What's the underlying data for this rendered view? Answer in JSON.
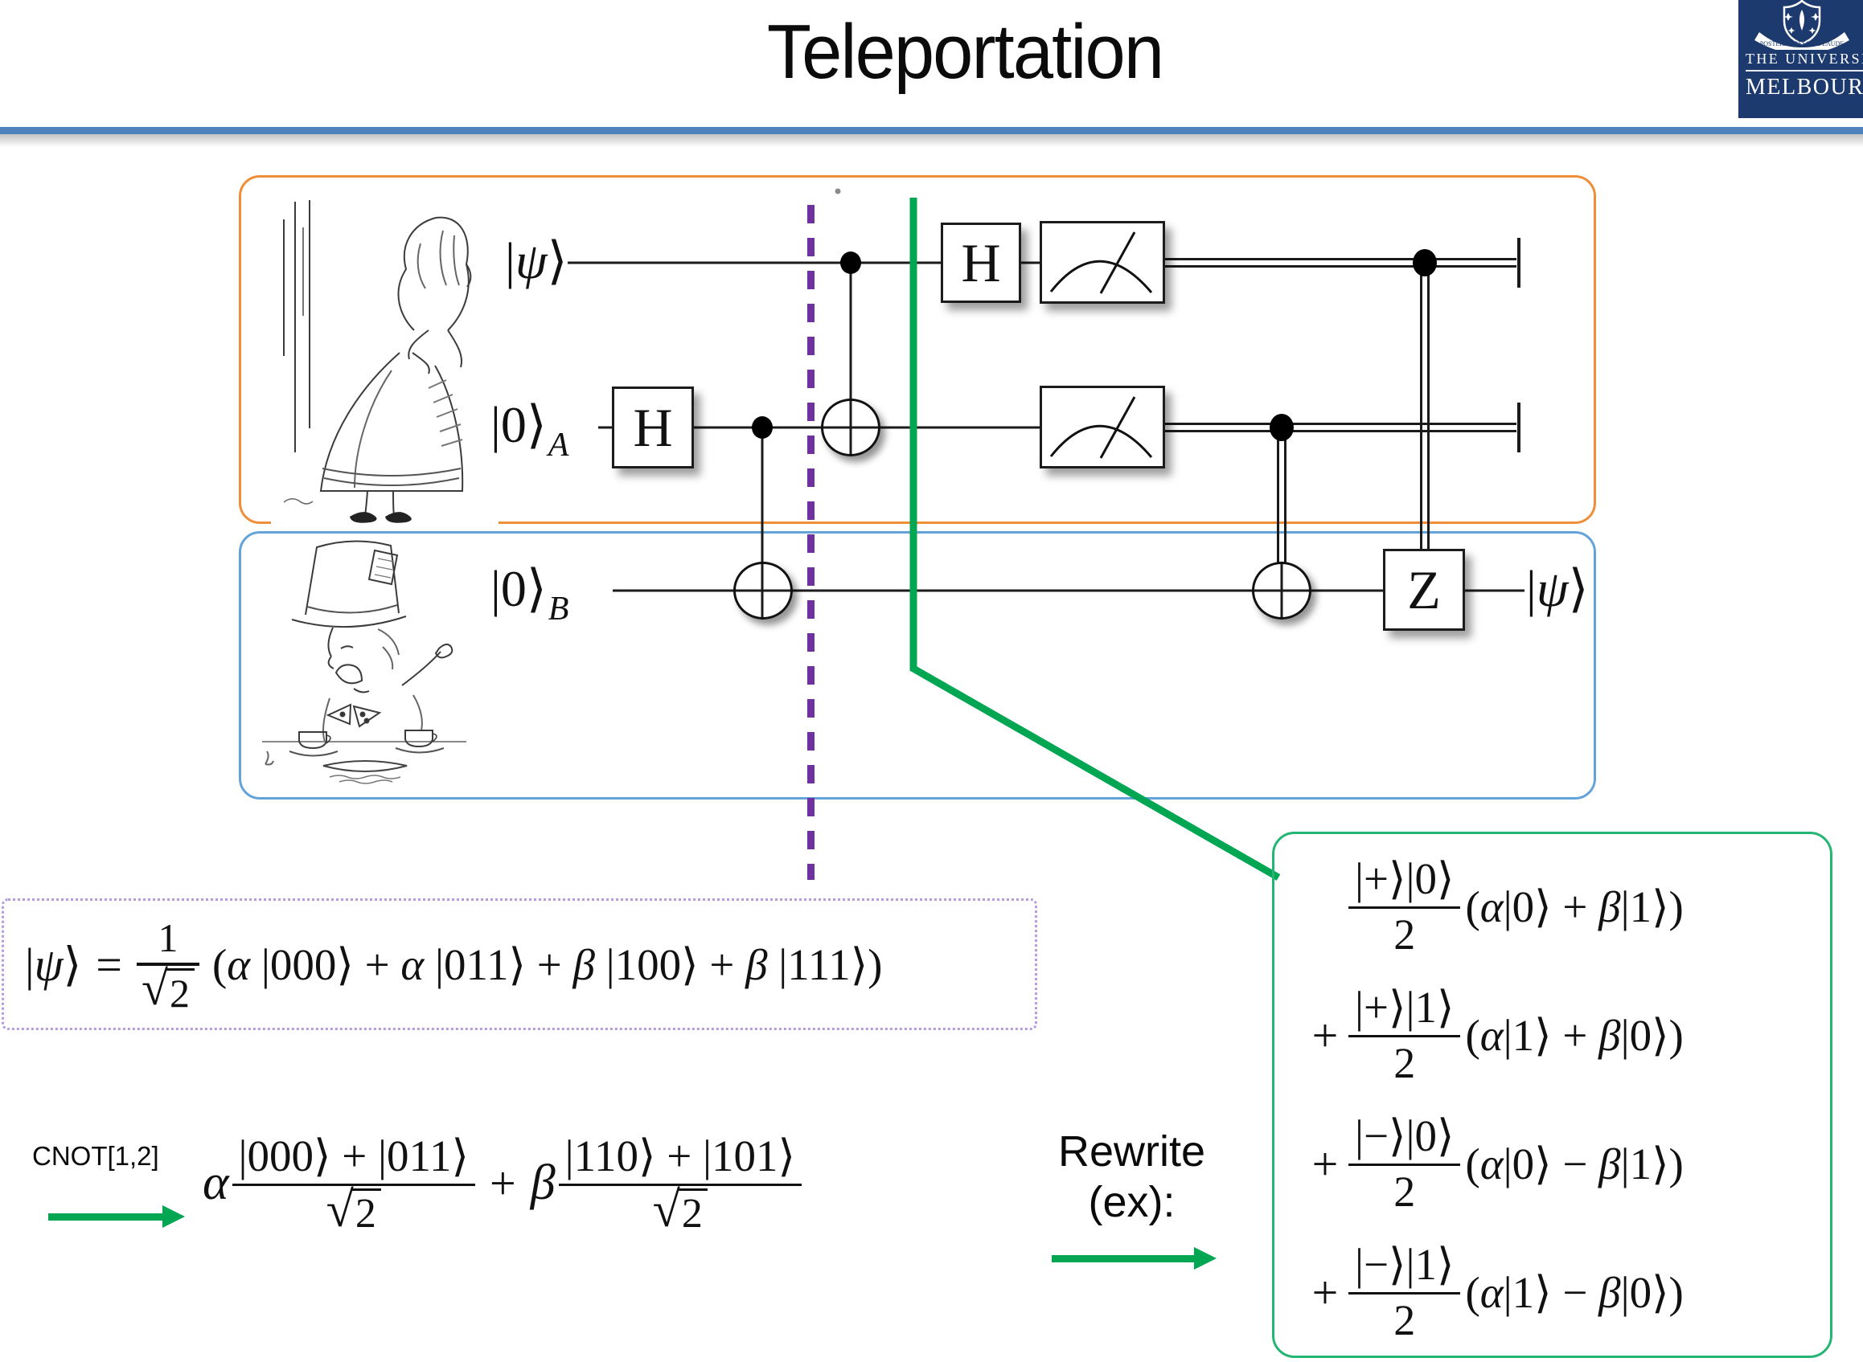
{
  "slide": {
    "title": "Teleportation"
  },
  "logo": {
    "motto": "POSTERA CRESCAM LAUDE",
    "line1": "THE UNIVERSITY",
    "line2": "MELBOURNE"
  },
  "circuit": {
    "input1": "|ψ⟩",
    "input2": "|0⟩",
    "input2_sub": "A",
    "input3": "|0⟩",
    "input3_sub": "B",
    "hadamard": "H",
    "z_gate": "Z",
    "output": "|ψ⟩"
  },
  "equations": {
    "state": {
      "lhs": "|ψ⟩",
      "equals": "=",
      "num": "1",
      "radical": "√",
      "radicand": "2",
      "rhs": "(α |000⟩ + α |011⟩ + β |100⟩ + β |111⟩)"
    },
    "cnot_label": "CNOT[1,2]",
    "cnot_result": {
      "alpha": "α",
      "num1": "|000⟩ + |011⟩",
      "radical1": "√",
      "radicand1": "2",
      "plus": "+",
      "beta": "β",
      "num2": "|110⟩ + |101⟩",
      "radical2": "√",
      "radicand2": "2"
    },
    "rewrite1": "Rewrite",
    "rewrite2": "(ex):",
    "bell_rows": [
      {
        "sign": "",
        "num": "|+⟩|0⟩",
        "den": "2",
        "rest": "(α|0⟩ + β|1⟩)"
      },
      {
        "sign": "+",
        "num": "|+⟩|1⟩",
        "den": "2",
        "rest": "(α|1⟩ + β|0⟩)"
      },
      {
        "sign": "+",
        "num": "|−⟩|0⟩",
        "den": "2",
        "rest": "(α|0⟩ − β|1⟩)"
      },
      {
        "sign": "+",
        "num": "|−⟩|1⟩",
        "den": "2",
        "rest": "(α|1⟩ − β|0⟩)"
      }
    ]
  },
  "colors": {
    "header-rule": "#4F81BD",
    "orange-box": "#EE8E38",
    "blue-box": "#63A3DA",
    "purple": "#7030A0",
    "green": "#00A651",
    "green-box": "#22B573",
    "dotted-box": "#B49BE0",
    "logo-bg": "#1D3A6E"
  }
}
